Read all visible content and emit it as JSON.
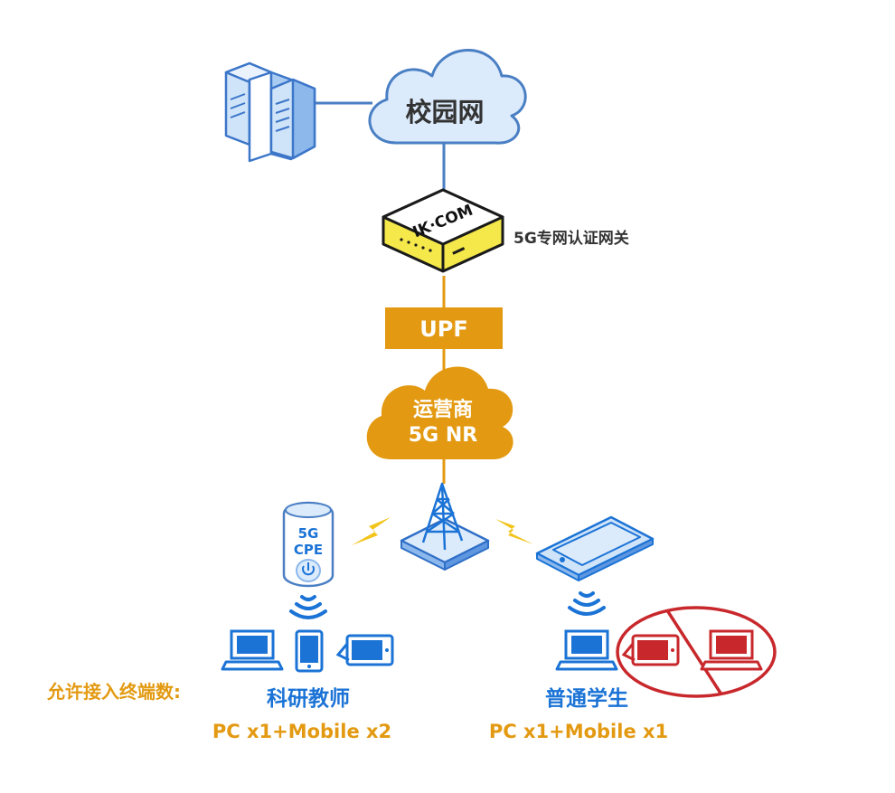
{
  "campus_network": "校园网",
  "gateway": {
    "brand": "IK·COM",
    "label": "5G专网认证网关"
  },
  "upf": "UPF",
  "operator": {
    "line1": "运营商",
    "line2": "5G NR"
  },
  "cpe": {
    "line1": "5G",
    "line2": "CPE"
  },
  "allowed_terminals_label": "允许接入终端数:",
  "groups": [
    {
      "name": "科研教师",
      "quota": "PC x1+Mobile x2"
    },
    {
      "name": "普通学生",
      "quota": "PC x1+Mobile x1"
    }
  ],
  "colors": {
    "blue": "#1B73D6",
    "light_blue": "#DCEBFB",
    "orange": "#E39A12",
    "red": "#C8282C",
    "gateway_yellow": "#F5E84A",
    "dark_text": "#333333"
  },
  "icons": [
    "server-icon",
    "cloud-icon",
    "gateway-device-icon",
    "tower-icon",
    "lightning-icon",
    "cpe-icon",
    "signal-icon",
    "laptop-icon",
    "phone-icon",
    "tablet-icon",
    "forbidden-icon"
  ]
}
